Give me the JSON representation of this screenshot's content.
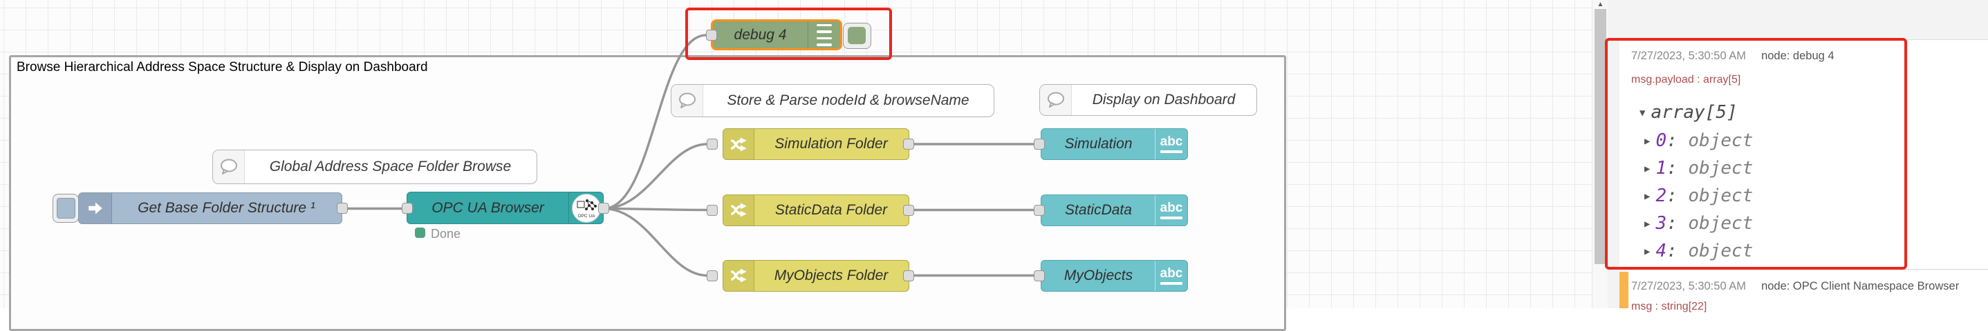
{
  "flow": {
    "group_title": "Browse Hierarchical Address Space Structure & Display on Dashboard",
    "inject": {
      "label": "Get Base Folder Structure ¹"
    },
    "browser": {
      "label": "OPC UA Browser",
      "icon_text": "OPC UA",
      "status": "Done"
    },
    "debug_node": {
      "label": "debug 4"
    },
    "comments": {
      "global": "Global Address Space Folder Browse",
      "store": "Store & Parse nodeId & browseName",
      "display": "Display on Dashboard"
    },
    "switch_nodes": [
      {
        "label": "Simulation Folder"
      },
      {
        "label": "StaticData Folder"
      },
      {
        "label": "MyObjects Folder"
      }
    ],
    "ui_nodes": [
      {
        "label": "Simulation",
        "icon": "abc"
      },
      {
        "label": "StaticData",
        "icon": "abc"
      },
      {
        "label": "MyObjects",
        "icon": "abc"
      }
    ]
  },
  "sidebar": {
    "messages": [
      {
        "timestamp": "7/27/2023, 5:30:50 AM",
        "node": "node: debug 4",
        "meta": "msg.payload : array[5]",
        "tree_root": "array[5]",
        "items": [
          {
            "key": "0",
            "value": "object"
          },
          {
            "key": "1",
            "value": "object"
          },
          {
            "key": "2",
            "value": "object"
          },
          {
            "key": "3",
            "value": "object"
          },
          {
            "key": "4",
            "value": "object"
          }
        ]
      },
      {
        "timestamp": "7/27/2023, 5:30:50 AM",
        "node": "node: OPC Client Namespace Browser",
        "meta": "msg : string[22]"
      }
    ]
  },
  "colors": {
    "annotation_red": "#E8271E",
    "selection_orange": "#FF8E1E",
    "inject_node": "#A6BBCF",
    "opcua_node": "#37A9A9",
    "debug_node": "#8CA87C",
    "switch_node": "#E2D96E",
    "ui_node": "#6FC3CB",
    "status_green": "#4CA380",
    "message_bar_orange": "#F9B44E",
    "meta_text": "#AD4F4F",
    "tree_key_purple": "#7B2FA8"
  }
}
